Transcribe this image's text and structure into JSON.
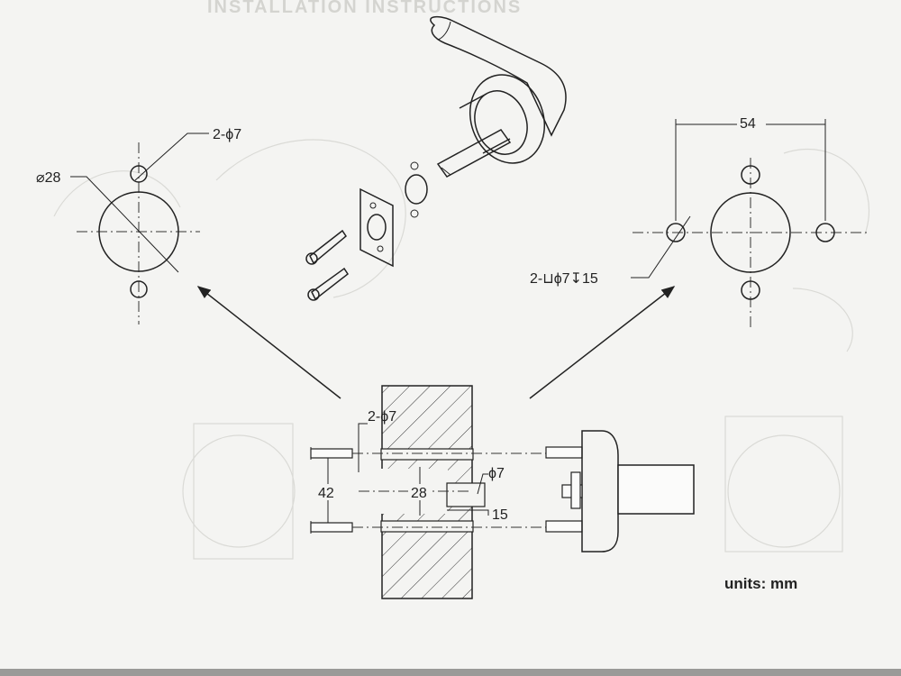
{
  "header_text": "INSTALLATION INSTRUCTIONS",
  "units_label": "units: mm",
  "left_hole_pattern": {
    "small_hole_label": "2-ϕ7",
    "main_hole_label": "⌀28"
  },
  "right_hole_pattern": {
    "spacing_label": "54",
    "counterbore_label": "2-⊔ϕ7↧15"
  },
  "section_view": {
    "through_hole_label": "2-ϕ7",
    "spacing_label": "42",
    "bore_label": "28",
    "small_bore_label": "ϕ7",
    "depth_label": "15"
  }
}
